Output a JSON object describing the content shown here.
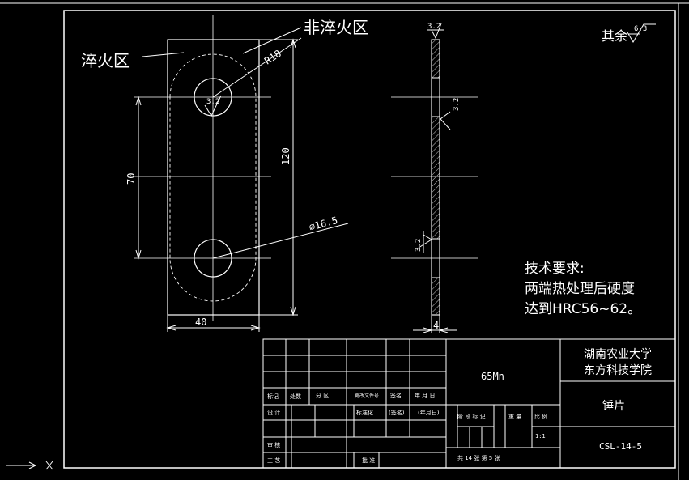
{
  "labels": {
    "quench_zone": "淬火区",
    "non_quench_zone": "非淬火区",
    "roughness_other_prefix": "其余",
    "roughness_other_value": "6.3",
    "roughness_hole": "3.2",
    "roughness_top_edge": "3.2",
    "roughness_side_face": "3.2",
    "roughness_bottom_edge": "3.2"
  },
  "dimensions": {
    "radius": "R18",
    "hole_spacing": "70",
    "length": "120",
    "hole_diameter": "∅16.5",
    "width": "40",
    "thickness": "4"
  },
  "tech_requirements": {
    "heading": "技术要求:",
    "line1": "两端热处理后硬度",
    "line2": "达到HRC56~62。"
  },
  "title_block": {
    "material": "65Mn",
    "school_line1": "湖南农业大学",
    "school_line2": "东方科技学院",
    "part_name": "锤片",
    "drawing_no": "CSL-14-5",
    "scale": "1:1",
    "h_mark": "标记",
    "h_qty": "处数",
    "h_zone": "分 区",
    "h_doc": "更改文件号",
    "h_sign": "签名",
    "h_date": "年.月.日",
    "h_design": "设 计",
    "h_std": "标准化",
    "h_signed": "(签名)",
    "h_ymd": "(年月日)",
    "h_review": "审 核",
    "h_craft": "工 艺",
    "h_approve": "批 准",
    "h_stage": "阶 段 标 记",
    "h_weight": "重 量",
    "h_ratio": "比 例",
    "h_sheets": "共 14  张     第 5  张"
  }
}
